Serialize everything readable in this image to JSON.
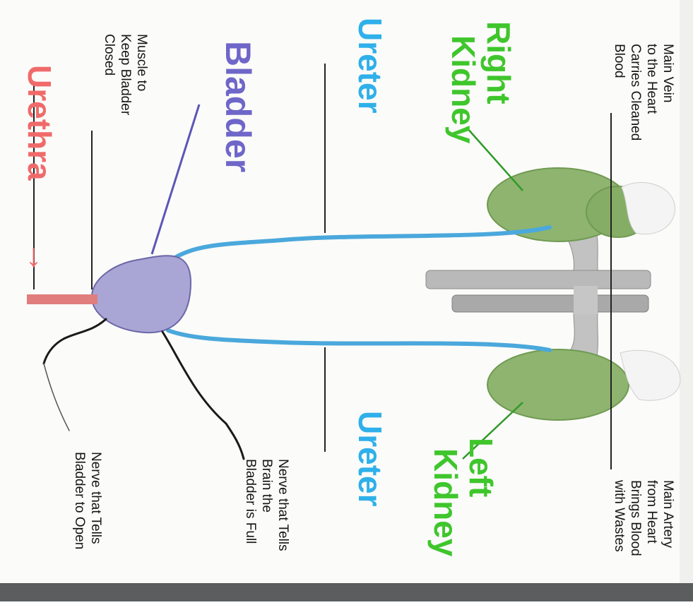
{
  "printed_labels": {
    "main_vein": [
      "Main Vein",
      "to the Heart",
      "Carries Cleaned",
      "Blood"
    ],
    "main_artery": [
      "Main Artery",
      "from Heart",
      "Brings Blood",
      "with Wastes"
    ],
    "muscle": [
      "Muscle to",
      "Keep Bladder",
      "Closed"
    ],
    "nerve_full": [
      "Nerve that Tells",
      "Brain the",
      "Bladder is Full"
    ],
    "nerve_open": [
      "Nerve that Tells",
      "Bladder to Open"
    ]
  },
  "handwritten_labels": {
    "right_kidney": [
      "Right",
      "Kidney"
    ],
    "left_kidney": [
      "Left",
      "Kidney"
    ],
    "bladder": "Bladder",
    "ureter_top": "Ureter",
    "ureter_bottom": "Ureter",
    "urethra": "Urethra"
  },
  "colors": {
    "kidney": "#8fb46f",
    "kidney_outline": "#6f9a52",
    "ureter": "#4aa8dc",
    "bladder": "#a9a6d6",
    "urethra": "#e07d7d",
    "vessel": "#b4b4b4",
    "hand_green": "#3fc62c",
    "hand_blue": "#2fb0ea",
    "hand_purple": "#6f66c9",
    "hand_red": "#f06a6a",
    "leader_line": "#222222"
  }
}
